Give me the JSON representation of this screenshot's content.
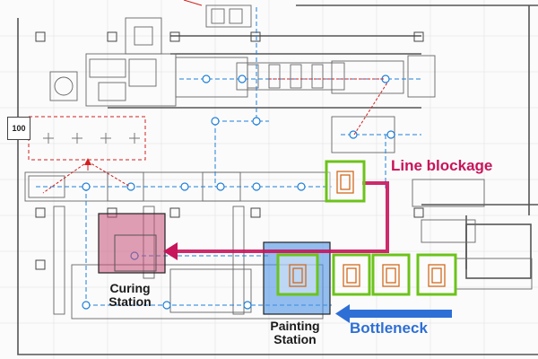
{
  "diagram": {
    "id_box_label": "100",
    "callouts": {
      "line_blockage": "Line blockage",
      "bottleneck": "Bottleneck"
    },
    "stations": {
      "curing": "Curing\nStation",
      "painting": "Painting\nStation"
    },
    "colors": {
      "blockage": "#c8145a",
      "bottleneck": "#2e6fd6",
      "station_outline": "#6cc31a",
      "part_box": "#d06a1e",
      "flow_line": "#1e7fd8",
      "sensor_link": "#d21f1f",
      "curing_fill": "#c8507a",
      "painting_fill": "#4d94e6"
    }
  }
}
